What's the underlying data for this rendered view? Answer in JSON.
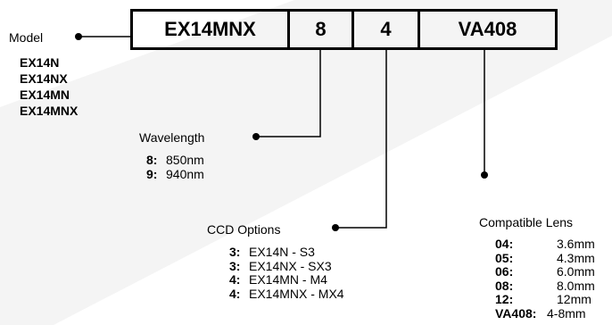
{
  "code": {
    "model": "EX14MNX",
    "wavelength": "8",
    "ccd": "4",
    "lens": "VA408"
  },
  "model": {
    "label": "Model",
    "items": [
      "EX14N",
      "EX14NX",
      "EX14MN",
      "EX14MNX"
    ]
  },
  "wavelength": {
    "label": "Wavelength",
    "options": [
      {
        "code": "8:",
        "value": "850nm"
      },
      {
        "code": "9:",
        "value": "940nm"
      }
    ]
  },
  "ccd": {
    "label": "CCD Options",
    "options": [
      {
        "code": "3:",
        "value": "EX14N - S3"
      },
      {
        "code": "3:",
        "value": "EX14NX - SX3"
      },
      {
        "code": "4:",
        "value": "EX14MN - M4"
      },
      {
        "code": "4:",
        "value": "EX14MNX - MX4"
      }
    ]
  },
  "lens": {
    "label": "Compatible Lens",
    "options": [
      {
        "code": "04:",
        "value": "3.6mm"
      },
      {
        "code": "05:",
        "value": "4.3mm"
      },
      {
        "code": "06:",
        "value": "6.0mm"
      },
      {
        "code": "08:",
        "value": "8.0mm"
      },
      {
        "code": "12:",
        "value": "12mm"
      },
      {
        "code": "VA408:",
        "value": "4-8mm"
      }
    ]
  },
  "colors": {
    "line": "#000000",
    "watermark": "#f3f3f3"
  }
}
